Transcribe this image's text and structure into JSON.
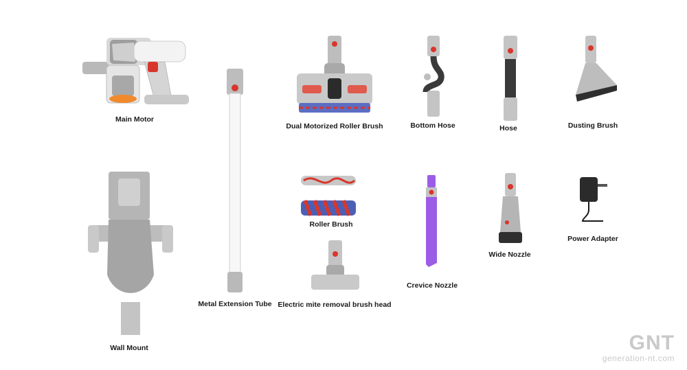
{
  "parts": {
    "main_motor": "Main Motor",
    "extension_tube": "Metal Extension Tube",
    "roller_brush_head": "Dual Motorized Roller Brush",
    "bottom_hose": "Bottom Hose",
    "hose": "Hose",
    "dusting_brush": "Dusting Brush",
    "wall_mount": "Wall Mount",
    "roller_brush": "Roller Brush",
    "mite_brush": "Electric mite removal brush head",
    "crevice_nozzle": "Crevice Nozzle",
    "wide_nozzle": "Wide Nozzle",
    "power_adapter": "Power Adapter"
  },
  "watermark": {
    "logo": "GNT",
    "url": "generation-nt.com"
  },
  "colors": {
    "accent_red": "#d9362b",
    "metal": "#b8b8b8",
    "crevice_purple": "#9b5de5"
  }
}
